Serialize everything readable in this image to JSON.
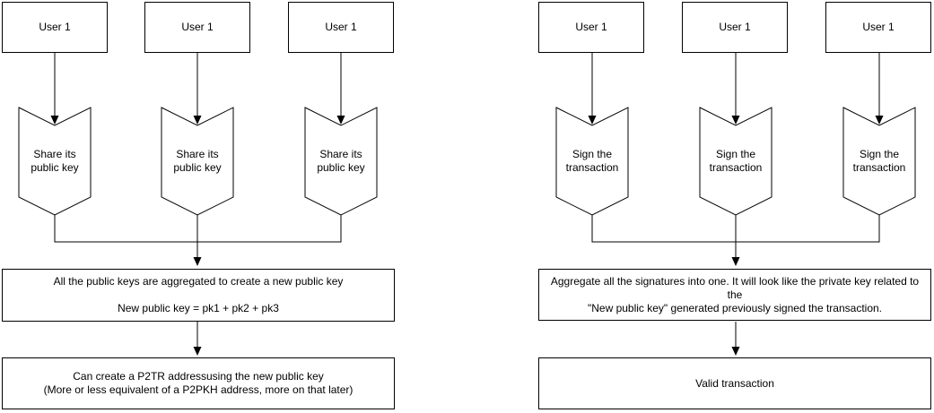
{
  "diagram": {
    "background": "#ffffff",
    "stroke_color": "#000000",
    "text_color": "#000000",
    "left_flow": {
      "users": [
        {
          "label": "User 1"
        },
        {
          "label": "User 1"
        },
        {
          "label": "User 1"
        }
      ],
      "steps": [
        {
          "label": "Share its\npublic key"
        },
        {
          "label": "Share its\npublic key"
        },
        {
          "label": "Share its\npublic key"
        }
      ],
      "aggregate_box": {
        "text": "All the public keys are aggregated to create a new public key\n\nNew public key = pk1 + pk2 + pk3"
      },
      "result_box": {
        "text": "Can create a P2TR addressusing the new public key\n(More or less equivalent of a P2PKH address, more on that later)"
      }
    },
    "right_flow": {
      "users": [
        {
          "label": "User 1"
        },
        {
          "label": "User 1"
        },
        {
          "label": "User 1"
        }
      ],
      "steps": [
        {
          "label": "Sign the\ntransaction"
        },
        {
          "label": "Sign the\ntransaction"
        },
        {
          "label": "Sign the\ntransaction"
        }
      ],
      "aggregate_box": {
        "text": "Aggregate all the signatures into one. It will look like the private key related to the\n\"New public key\" generated previously signed the transaction."
      },
      "result_box": {
        "text": "Valid transaction"
      }
    }
  }
}
